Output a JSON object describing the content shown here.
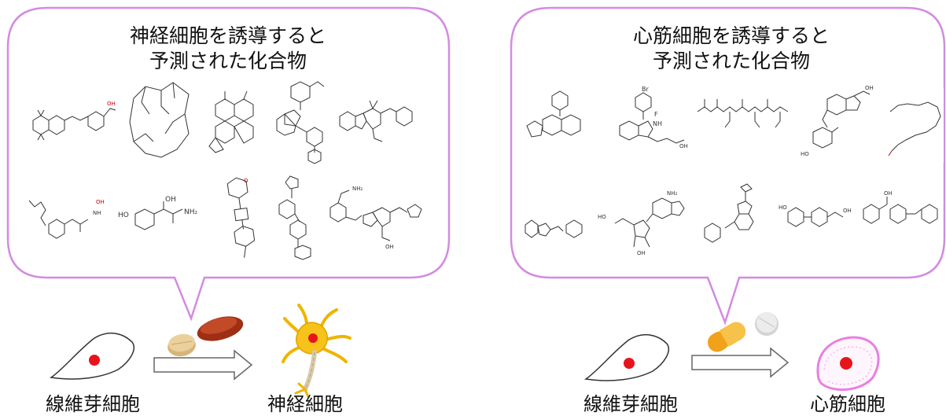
{
  "left_panel": {
    "title_line1": "神経細胞を誘導すると",
    "title_line2": "予測された化合物",
    "source_cell": "線維芽細胞",
    "target_cell": "神経細胞"
  },
  "right_panel": {
    "title_line1": "心筋細胞を誘導すると",
    "title_line2": "予測された化合物",
    "source_cell": "線維芽細胞",
    "target_cell": "心筋細胞"
  },
  "molecule_labels": {
    "m1_oh": "OH",
    "m6_oh": "OH",
    "m6_nh": "NH",
    "m7_oh": "OH",
    "m7_nh2": "NH₂",
    "m7_ho": "HO",
    "m8_o": "O",
    "m10_nh2": "NH₂",
    "m10_oh": "OH",
    "r1_br": "Br",
    "r1_f": "F",
    "r1_nh": "NH",
    "r1_oh": "OH",
    "r4_ho": "HO",
    "r4_oh": "OH",
    "r6_nh2": "NH₂",
    "r6_ho": "HO",
    "r6_oh": "OH",
    "r8_ho": "HO",
    "r8_oh": "OH",
    "r9_oh": "OH"
  },
  "colors": {
    "bubble": "#d38be0",
    "cell_nucleus": "#e8141c",
    "neuron": "#f7c21a",
    "cardio_outline": "#e97ee3",
    "arrow": "#666666",
    "pill_brown": "#b43a1c",
    "pill_tan": "#e2c48e",
    "capsule_orange": "#f2a11a",
    "tablet_gray": "#dcdcdc"
  }
}
